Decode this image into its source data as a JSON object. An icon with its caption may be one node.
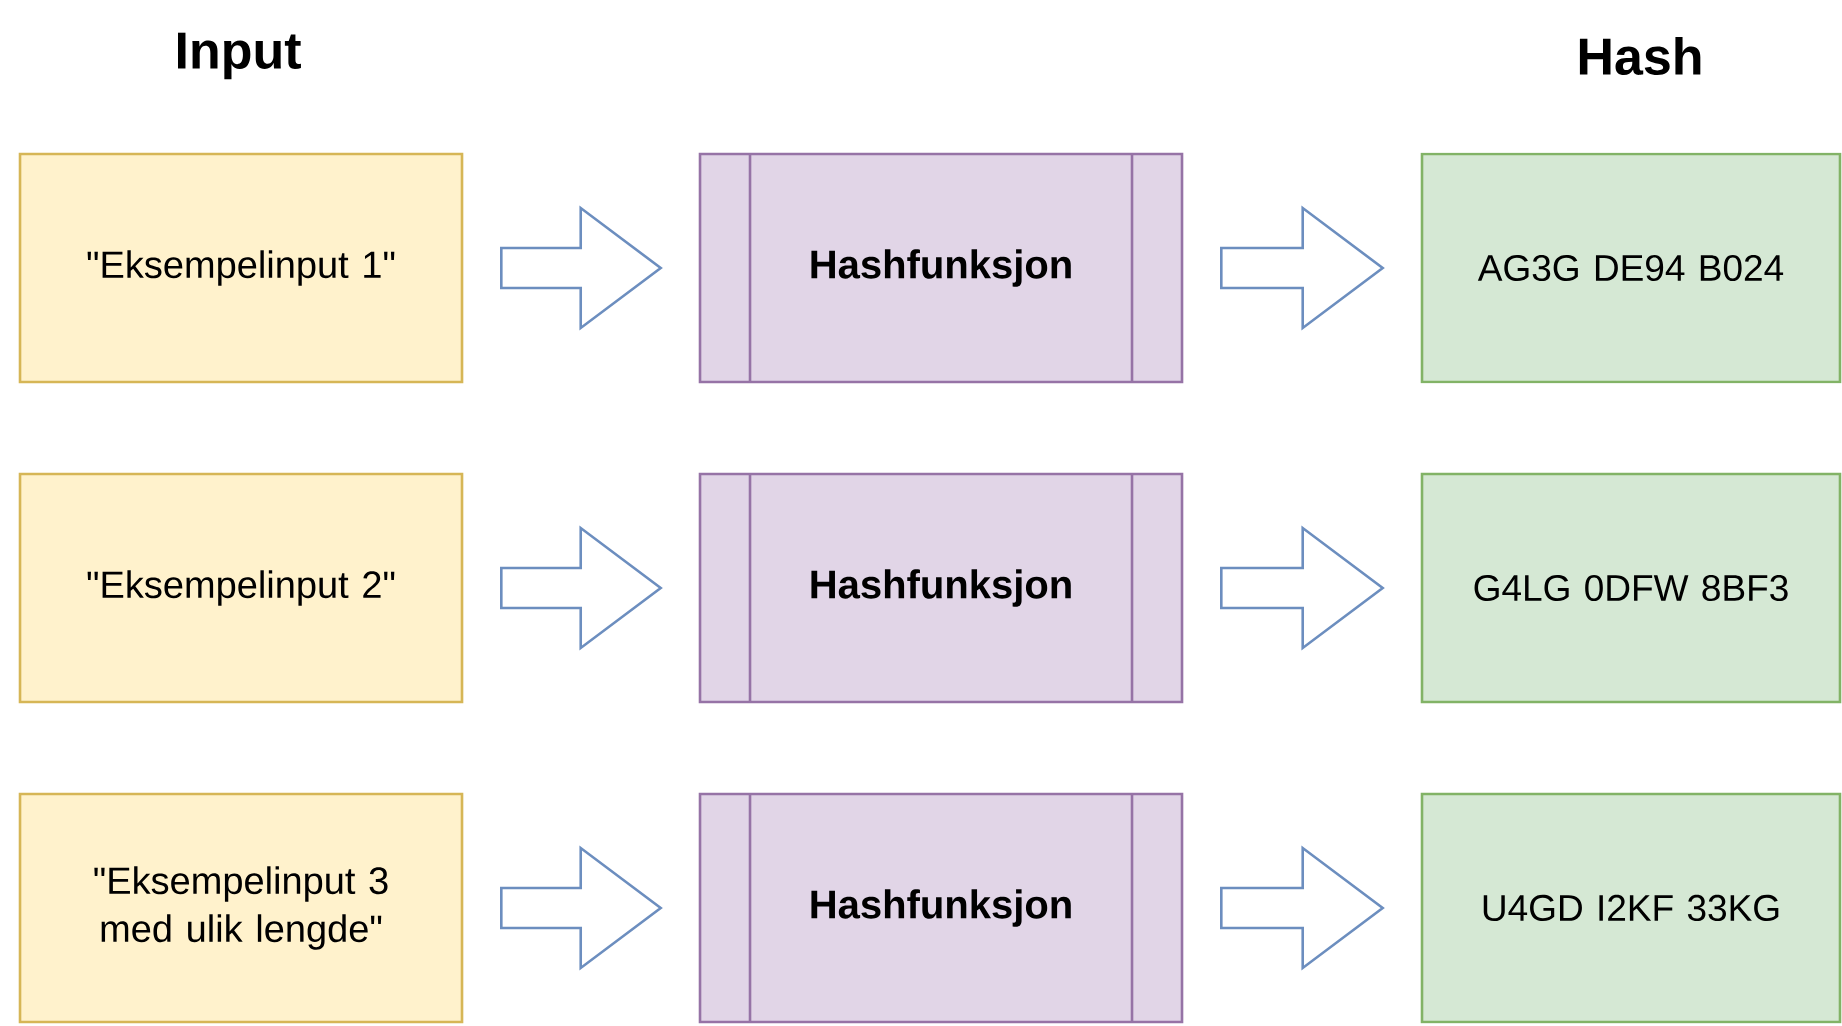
{
  "diagram": {
    "nodes": [
      {
        "text": [
          "\"Eksempelinput 1\""
        ]
      },
      {
        "text": [
          "Hashfunksjon"
        ]
      },
      {
        "text": [
          "AG3G DE94 B024"
        ]
      },
      {
        "text": [
          "\"Eksempelinput 2\""
        ]
      },
      {
        "text": [
          "Hashfunksjon"
        ]
      },
      {
        "text": [
          "G4LG 0DFW 8BF3"
        ]
      },
      {
        "text": [
          "\"Eksempelinput 3 med ulik lengde\""
        ]
      },
      {
        "text": [
          "Hashfunksjon"
        ]
      },
      {
        "text": [
          "U4GD I2KF 33KG"
        ]
      }
    ],
    "edges": [
      {
        "from": 0,
        "to": 1,
        "arrow": "to"
      },
      {
        "from": 1,
        "to": 2,
        "arrow": "to"
      },
      {
        "from": 3,
        "to": 4,
        "arrow": "to"
      },
      {
        "from": 4,
        "to": 5,
        "arrow": "to"
      },
      {
        "from": 6,
        "to": 7,
        "arrow": "to"
      },
      {
        "from": 7,
        "to": 8,
        "arrow": "to"
      }
    ],
    "labels": [
      "Input",
      "Hash"
    ]
  }
}
